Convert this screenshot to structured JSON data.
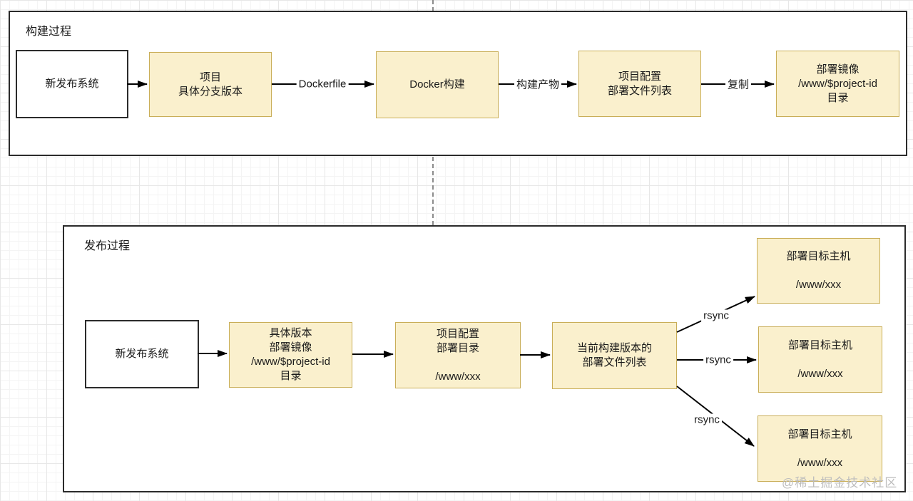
{
  "diagram": {
    "build": {
      "title": "构建过程",
      "nodes": {
        "system": {
          "lines": [
            "新发布系统"
          ]
        },
        "branch": {
          "lines": [
            "项目",
            "具体分支版本"
          ]
        },
        "docker": {
          "lines": [
            "Docker构建"
          ]
        },
        "filelist": {
          "lines": [
            "项目配置",
            "部署文件列表"
          ]
        },
        "image": {
          "lines": [
            "部署镜像",
            "/www/$project-id",
            "目录"
          ]
        }
      },
      "edge_labels": {
        "dockerfile": "Dockerfile",
        "artifact": "构建产物",
        "copy": "复制"
      }
    },
    "release": {
      "title": "发布过程",
      "nodes": {
        "system": {
          "lines": [
            "新发布系统"
          ]
        },
        "image": {
          "lines": [
            "具体版本",
            "部署镜像",
            "/www/$project-id",
            "目录"
          ]
        },
        "dir": {
          "lines": [
            "项目配置",
            "部署目录",
            "",
            "/www/xxx"
          ]
        },
        "filelist": {
          "lines": [
            "当前构建版本的",
            "部署文件列表"
          ]
        },
        "host1": {
          "lines": [
            "部署目标主机",
            "",
            "/www/xxx"
          ]
        },
        "host2": {
          "lines": [
            "部署目标主机",
            "",
            "/www/xxx"
          ]
        },
        "host3": {
          "lines": [
            "部署目标主机",
            "",
            "/www/xxx"
          ]
        }
      },
      "edge_labels": {
        "rsync1": "rsync",
        "rsync2": "rsync",
        "rsync3": "rsync"
      }
    },
    "watermark": "@稀土掘金技术社区",
    "colors": {
      "node_fill": "#FAF0CD",
      "node_border": "#C9AE58",
      "container_border": "#2B2B2B",
      "arrow": "#000000",
      "watermark": "#BDBDBD"
    }
  }
}
